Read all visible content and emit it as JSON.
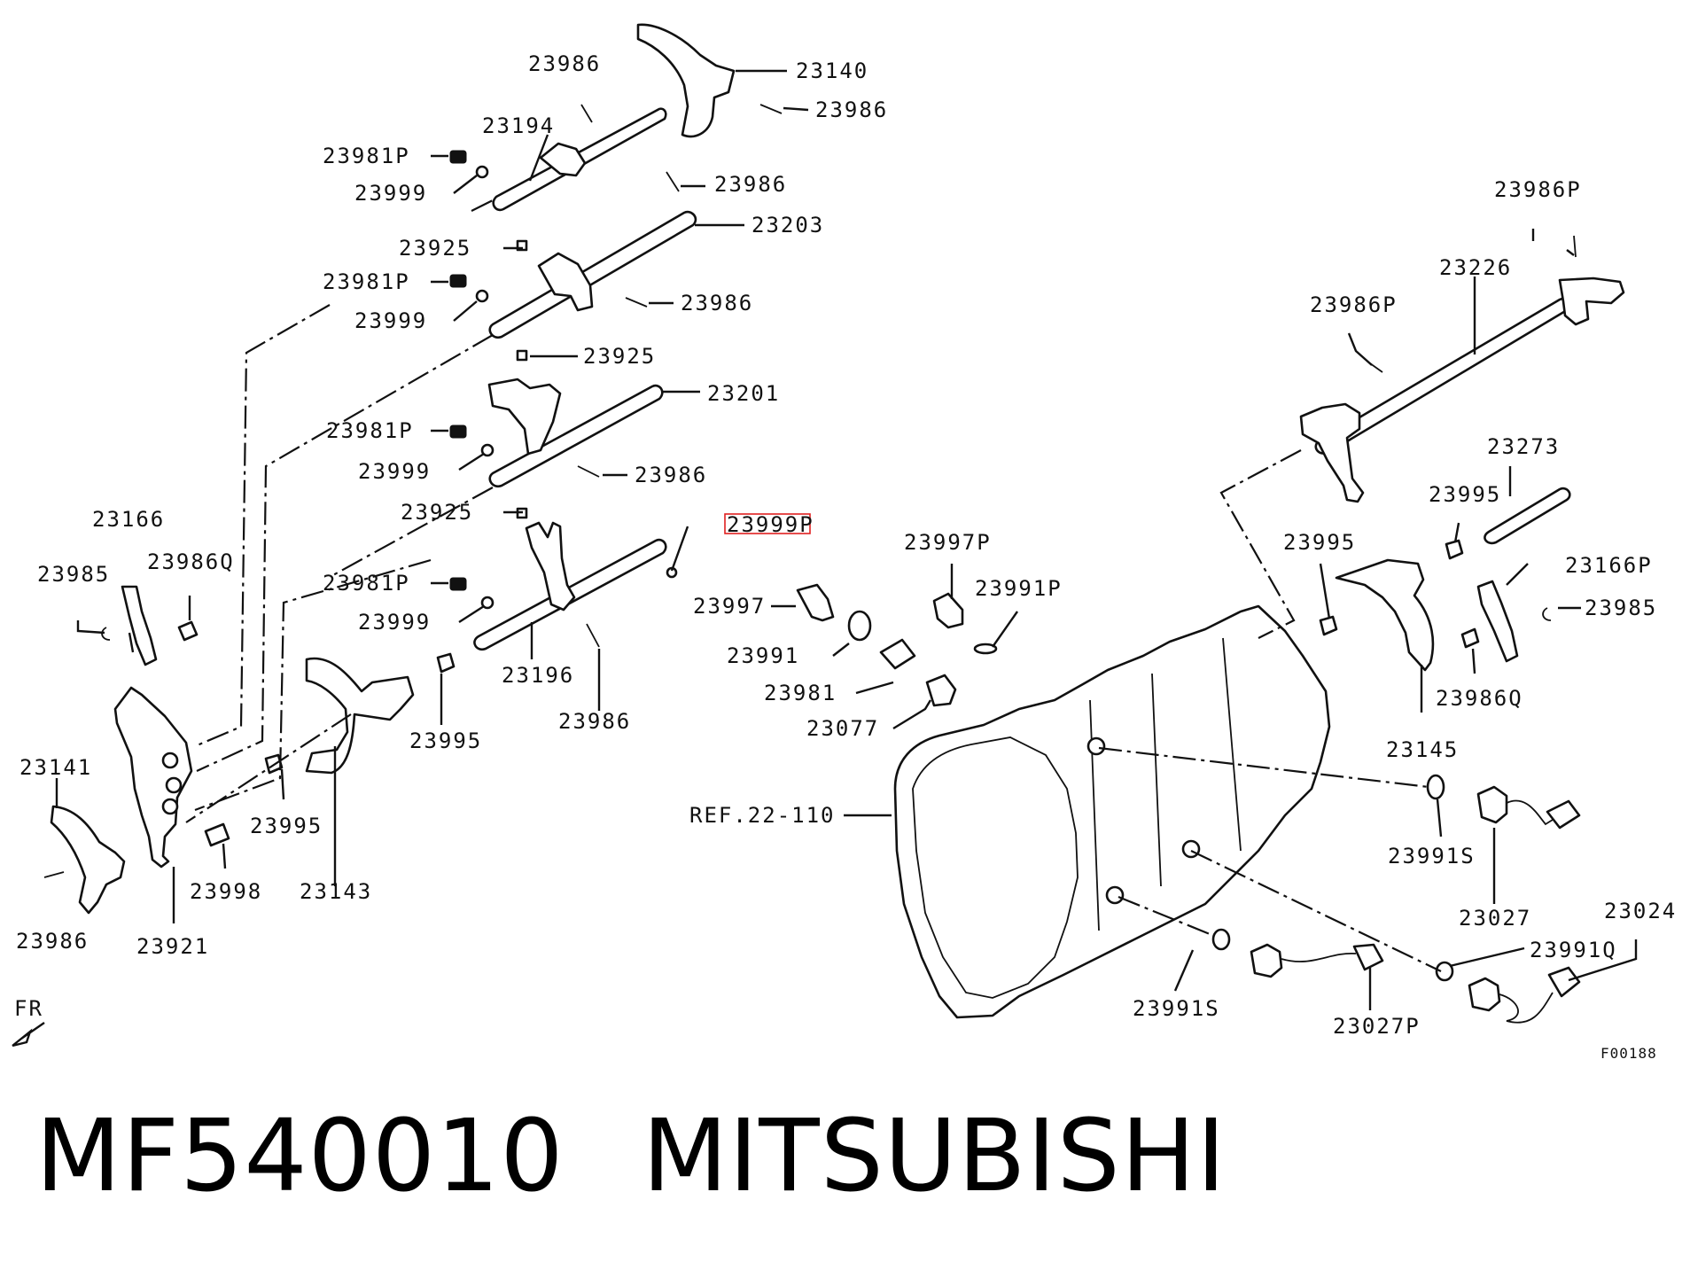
{
  "footer": {
    "part_number": "MF540010",
    "brand": "MITSUBISHI"
  },
  "diagram_code": "F00188",
  "direction_marker": "FR",
  "highlighted_label": "23999P",
  "callouts": [
    "23986",
    "23140",
    "23986",
    "23194",
    "23981P",
    "23999",
    "23986",
    "23925",
    "23203",
    "23981P",
    "23999",
    "23986",
    "23925",
    "23201",
    "23981P",
    "23999",
    "23986",
    "23925",
    "23999P",
    "23981P",
    "23999",
    "23196",
    "23986",
    "23166",
    "23985",
    "23986Q",
    "23995",
    "23141",
    "23995",
    "23998",
    "23143",
    "23986",
    "23921",
    "23997",
    "23991",
    "23981",
    "23077",
    "23997P",
    "23991P",
    "REF.22-110",
    "23986P",
    "23226",
    "23986P",
    "23273",
    "23995",
    "23995",
    "23166P",
    "23985",
    "23986Q",
    "23145",
    "23991S",
    "23027",
    "23024",
    "23991Q",
    "23991S",
    "23027P"
  ]
}
